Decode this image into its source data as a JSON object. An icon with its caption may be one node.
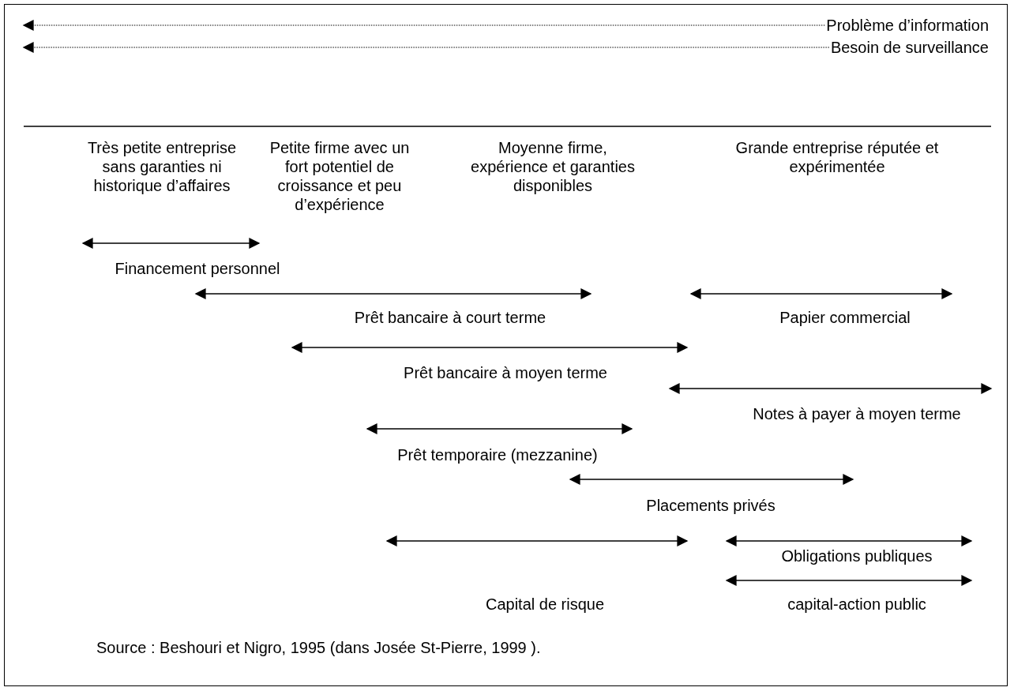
{
  "diagram": {
    "nodes": [
      {
        "text": [
          "Problème d’information"
        ]
      },
      {
        "text": [
          "Besoin de surveillance"
        ]
      }
    ],
    "edges": [
      {
        "from": 0,
        "to": null,
        "arrow": "to",
        "style": "dashed"
      },
      {
        "from": 1,
        "to": null,
        "arrow": "to",
        "style": "dashed"
      }
    ],
    "labels": [
      "Très petite entreprise sans garanties ni historique d’affaires",
      "Petite firme avec un fort potentiel de croissance et peu d’expérience",
      "Moyenne firme, expérience et garanties disponibles",
      "Grande entreprise réputée et expérimentée",
      "Financement personnel",
      "Prêt bancaire à court terme",
      "Papier commercial",
      "Prêt bancaire à moyen terme",
      "Notes à payer à moyen terme",
      "Prêt temporaire (mezzanine)",
      "Placements privés",
      "Obligations publiques",
      "Capital de risque",
      "capital-action public",
      "Source : Beshouri et Nigro, 1995 (dans Josée St-Pierre, 1999 )."
    ]
  }
}
